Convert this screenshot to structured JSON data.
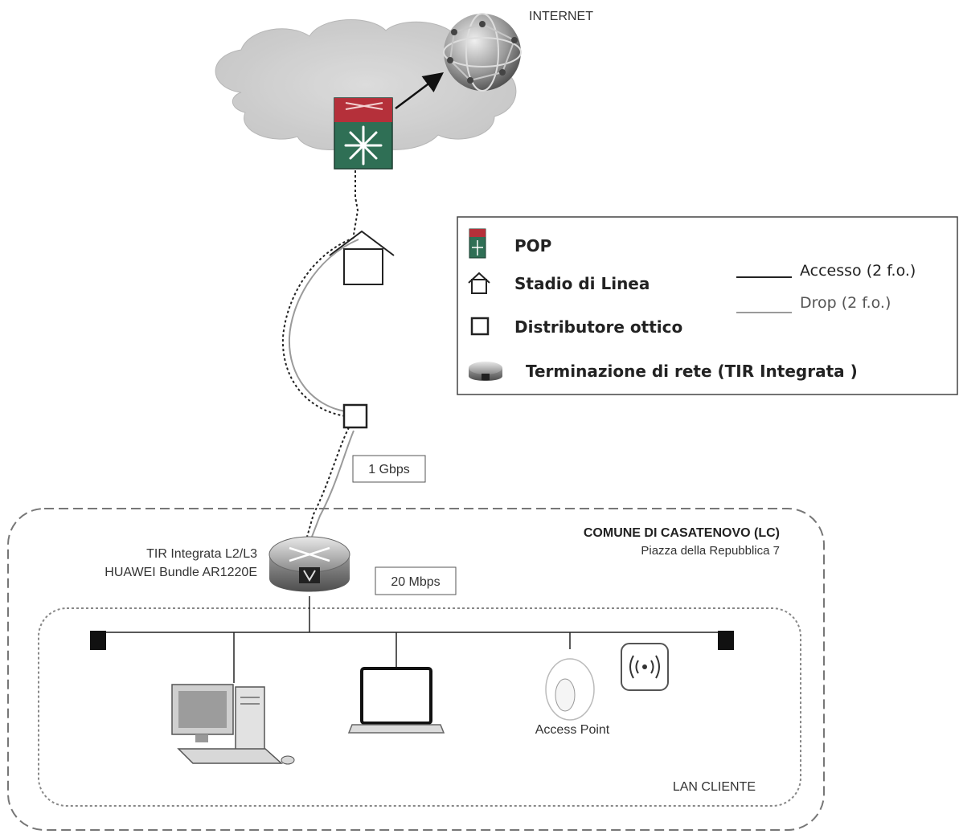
{
  "internet_label": "INTERNET",
  "legend": {
    "pop": "POP",
    "stadio": "Stadio di Linea",
    "distributore": "Distributore ottico",
    "terminazione": "Terminazione di rete (TIR Integrata )",
    "accesso": "Accesso (2 f.o.)",
    "drop": "Drop (2 f.o.)"
  },
  "links": {
    "uplink_speed": "1 Gbps",
    "lan_speed": "20 Mbps"
  },
  "router": {
    "line1": "TIR Integrata L2/L3",
    "line2": "HUAWEI Bundle AR1220E"
  },
  "site": {
    "name": "COMUNE DI CASATENOVO (LC)",
    "address": "Piazza della Repubblica 7"
  },
  "lan": {
    "label": "LAN CLIENTE",
    "access_point": "Access Point"
  },
  "colors": {
    "access_line": "#222222",
    "drop_line": "#9a9a9a",
    "pop_red": "#b5303a",
    "pop_green": "#2f6f55"
  }
}
